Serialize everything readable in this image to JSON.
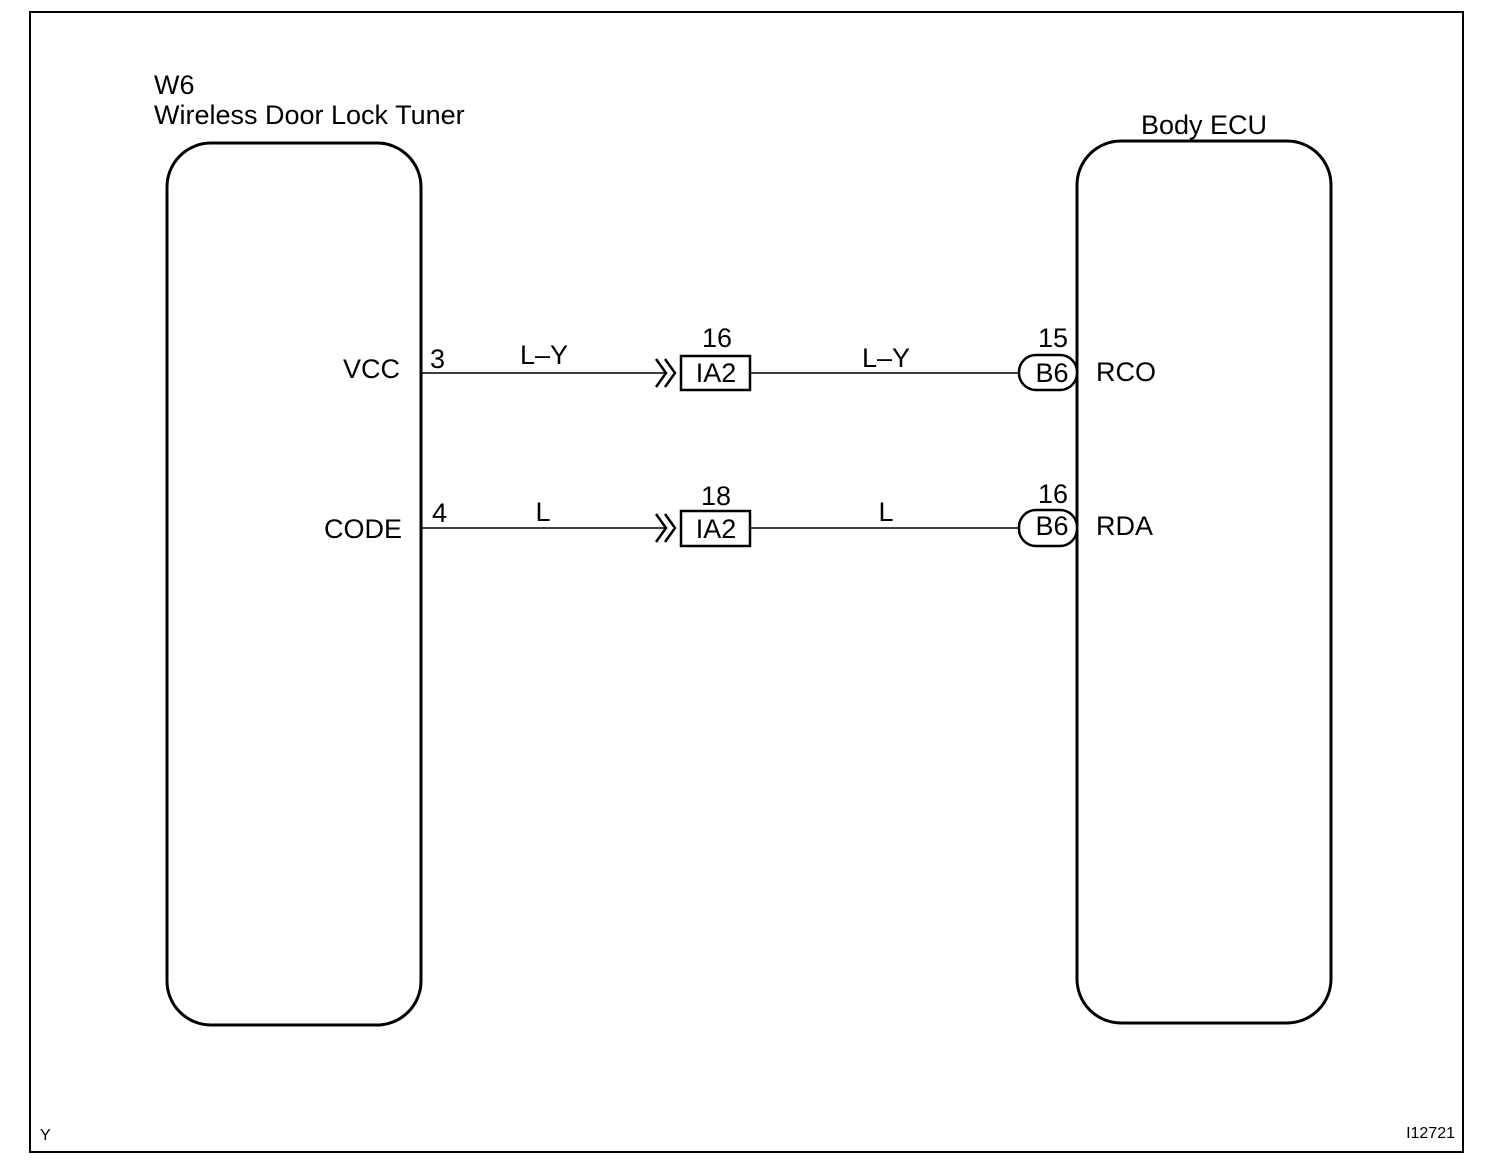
{
  "components": {
    "tuner": {
      "code": "W6",
      "name": "Wireless Door Lock Tuner"
    },
    "ecu": {
      "name": "Body ECU"
    }
  },
  "circuits": [
    {
      "signal_left": "VCC",
      "pin_left": "3",
      "wire_left": "L–Y",
      "junction": {
        "pin": "16",
        "name": "IA2"
      },
      "wire_right": "L–Y",
      "connector": {
        "pin": "15",
        "name": "B6"
      },
      "signal_right": "RCO"
    },
    {
      "signal_left": "CODE",
      "pin_left": "4",
      "wire_left": "L",
      "junction": {
        "pin": "18",
        "name": "IA2"
      },
      "wire_right": "L",
      "connector": {
        "pin": "16",
        "name": "B6"
      },
      "signal_right": "RDA"
    }
  ],
  "footer": {
    "left_mark": "Y",
    "figure_id": "I12721"
  }
}
